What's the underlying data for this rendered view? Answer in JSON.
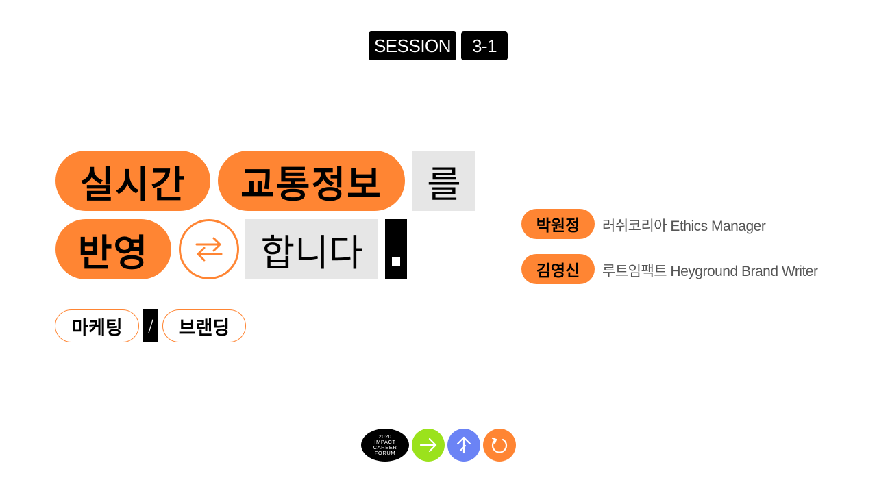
{
  "session": {
    "label": "SESSION",
    "number": "3-1"
  },
  "title": {
    "line1": [
      "실시간",
      "교통정보",
      "를"
    ],
    "line2": [
      "반영",
      "합니다"
    ],
    "period": ".",
    "swap_icon": "swap-arrows-icon"
  },
  "tags": {
    "items": [
      "마케팅",
      "브랜딩"
    ],
    "separator": "/"
  },
  "speakers": [
    {
      "name": "박원정",
      "role": "러쉬코리아 Ethics Manager"
    },
    {
      "name": "김영신",
      "role": "루트임팩트 Heyground Brand Writer"
    }
  ],
  "footer": {
    "logo_lines": [
      "2020",
      "IMPACT",
      "CAREER",
      "FORUM"
    ],
    "buttons": [
      {
        "icon": "arrow-right-icon",
        "color": "#9BE21C"
      },
      {
        "icon": "arrow-up-icon",
        "color": "#6B83F5"
      },
      {
        "icon": "refresh-icon",
        "color": "#FF8533"
      }
    ]
  },
  "colors": {
    "accent": "#FF8533",
    "gray": "#E6E6E6",
    "black": "#000000"
  }
}
